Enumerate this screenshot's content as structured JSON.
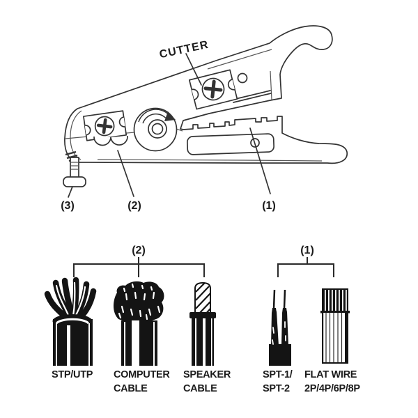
{
  "background": "#ffffff",
  "ink_color": "#333333",
  "tool": {
    "cutter_label": "CUTTER",
    "callouts": {
      "c3": "(3)",
      "c2": "(2)",
      "c1": "(1)"
    }
  },
  "cable_groups": {
    "group2": {
      "label": "(2)",
      "cables": [
        {
          "name": "stp-utp",
          "label_lines": [
            "STP/UTP"
          ]
        },
        {
          "name": "computer-cable",
          "label_lines": [
            "COMPUTER",
            "CABLE"
          ]
        },
        {
          "name": "speaker-cable",
          "label_lines": [
            "SPEAKER",
            "CABLE"
          ]
        }
      ]
    },
    "group1": {
      "label": "(1)",
      "cables": [
        {
          "name": "spt-1-spt-2",
          "label_lines": [
            "SPT-1/",
            "SPT-2"
          ]
        },
        {
          "name": "flat-wire",
          "label_lines": [
            "FLAT WIRE",
            "2P/4P/6P/8P"
          ]
        }
      ]
    }
  }
}
